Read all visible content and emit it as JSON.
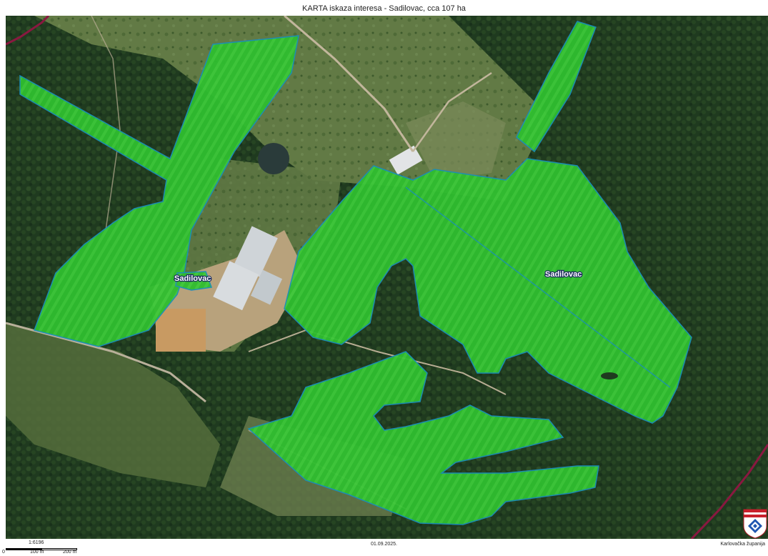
{
  "map": {
    "title": "KARTA iskaza interesa - Sadilovac, cca 107 ha",
    "field_labels": [
      "Sadilovac",
      "Sadilovac"
    ],
    "scale_text": "1:6196",
    "scale_left": "0",
    "scale_mid": "100 m",
    "scale_right": "200 m",
    "date": "01.09.2025.",
    "county": "Karlovačka županija",
    "colors": {
      "parcel_fill": "#2fbe2f",
      "parcel_stroke": "#1a8fb8",
      "road_magenta": "#8a1840",
      "forest": "#1f3a1f",
      "meadow": "#5d7a42"
    },
    "icons": {
      "emblem": "county-coat-of-arms-icon"
    }
  }
}
